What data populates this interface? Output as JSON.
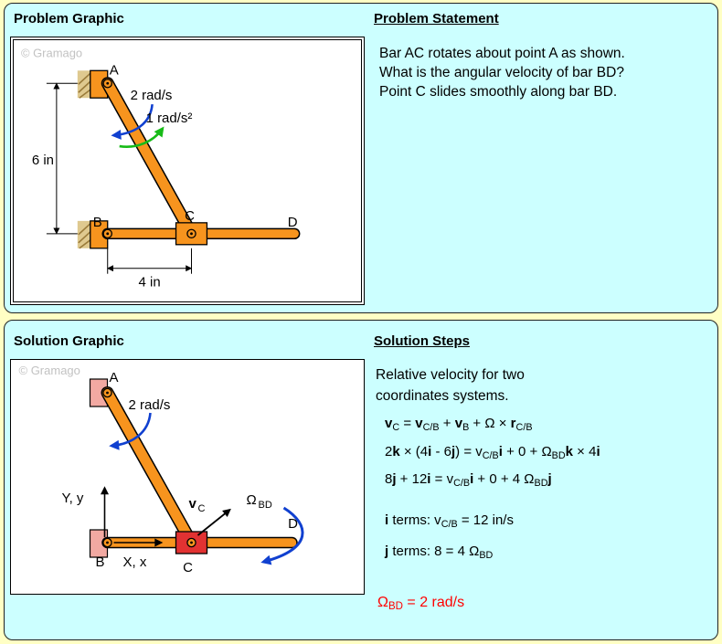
{
  "problem": {
    "graphic_title": "Problem Graphic",
    "statement": {
      "title": "Problem Statement",
      "lines": [
        "Bar AC rotates about point A as shown.",
        "What is the angular velocity of bar BD?",
        "Point C slides smoothly along bar BD."
      ]
    },
    "diagram": {
      "watermark": "© Gramago",
      "point_a": "A",
      "point_b": "B",
      "point_c": "C",
      "point_d": "D",
      "angular_velocity": "2 rad/s",
      "angular_acceleration": "1 rad/s²",
      "dim_vertical": "6 in",
      "dim_horizontal": "4 in"
    }
  },
  "solution": {
    "graphic_title": "Solution Graphic",
    "steps_title": "Solution Steps",
    "intro": [
      "Relative velocity for two",
      "coordinates systems."
    ],
    "equations": [
      [
        {
          "t": "v",
          "b": true
        },
        {
          "t": "C",
          "s": true
        },
        {
          "t": " = "
        },
        {
          "t": "v",
          "b": true
        },
        {
          "t": "C/B",
          "s": true
        },
        {
          "t": " + "
        },
        {
          "t": "v",
          "b": true
        },
        {
          "t": "B",
          "s": true
        },
        {
          "t": " + Ω × "
        },
        {
          "t": "r",
          "b": true
        },
        {
          "t": "C/B",
          "s": true
        }
      ],
      [
        {
          "t": "2"
        },
        {
          "t": "k",
          "b": true
        },
        {
          "t": " × (4"
        },
        {
          "t": "i",
          "b": true
        },
        {
          "t": " - 6"
        },
        {
          "t": "j",
          "b": true
        },
        {
          "t": ") = v"
        },
        {
          "t": "C/B",
          "s": true
        },
        {
          "t": "i",
          "b": true
        },
        {
          "t": " + 0 + Ω"
        },
        {
          "t": "BD",
          "s": true
        },
        {
          "t": "k",
          "b": true
        },
        {
          "t": " × 4"
        },
        {
          "t": "i",
          "b": true
        }
      ],
      [
        {
          "t": "8"
        },
        {
          "t": "j",
          "b": true
        },
        {
          "t": " + 12"
        },
        {
          "t": "i",
          "b": true
        },
        {
          "t": " = v"
        },
        {
          "t": "C/B",
          "s": true
        },
        {
          "t": "i",
          "b": true
        },
        {
          "t": " + 0 + 4 Ω"
        },
        {
          "t": "BD",
          "s": true
        },
        {
          "t": "j",
          "b": true
        }
      ]
    ],
    "terms": [
      [
        {
          "t": "i",
          "b": true
        },
        {
          "t": " terms: v"
        },
        {
          "t": "C/B",
          "s": true
        },
        {
          "t": " = 12 in/s"
        }
      ],
      [
        {
          "t": "j",
          "b": true
        },
        {
          "t": " terms: 8 = 4 Ω"
        },
        {
          "t": "BD",
          "s": true
        }
      ]
    ],
    "result": [
      [
        {
          "t": "Ω"
        },
        {
          "t": "BD",
          "s": true
        },
        {
          "t": " = 2 rad/s"
        }
      ]
    ],
    "diagram": {
      "watermark": "© Gramago",
      "point_a": "A",
      "point_b": "B",
      "point_c": "C",
      "point_d": "D",
      "angular_velocity": "2 rad/s",
      "y_axis_label": "Y, y",
      "x_axis_label": "X, x",
      "vc_main": "v",
      "vc_sub": "C",
      "omega_main": "Ω",
      "omega_sub": "BD"
    }
  },
  "colors": {
    "page_bg": "#FFFFC4",
    "panel_bg": "#CCFFFF",
    "bar_orange": "#F7941E",
    "bracket_pink": "#F2A9A2",
    "slider_red": "#E23232",
    "arrow_blue": "#1040D0",
    "arrow_green": "#18BB18",
    "result_red": "#FF0000",
    "hatch_tan": "#DFC98F"
  }
}
